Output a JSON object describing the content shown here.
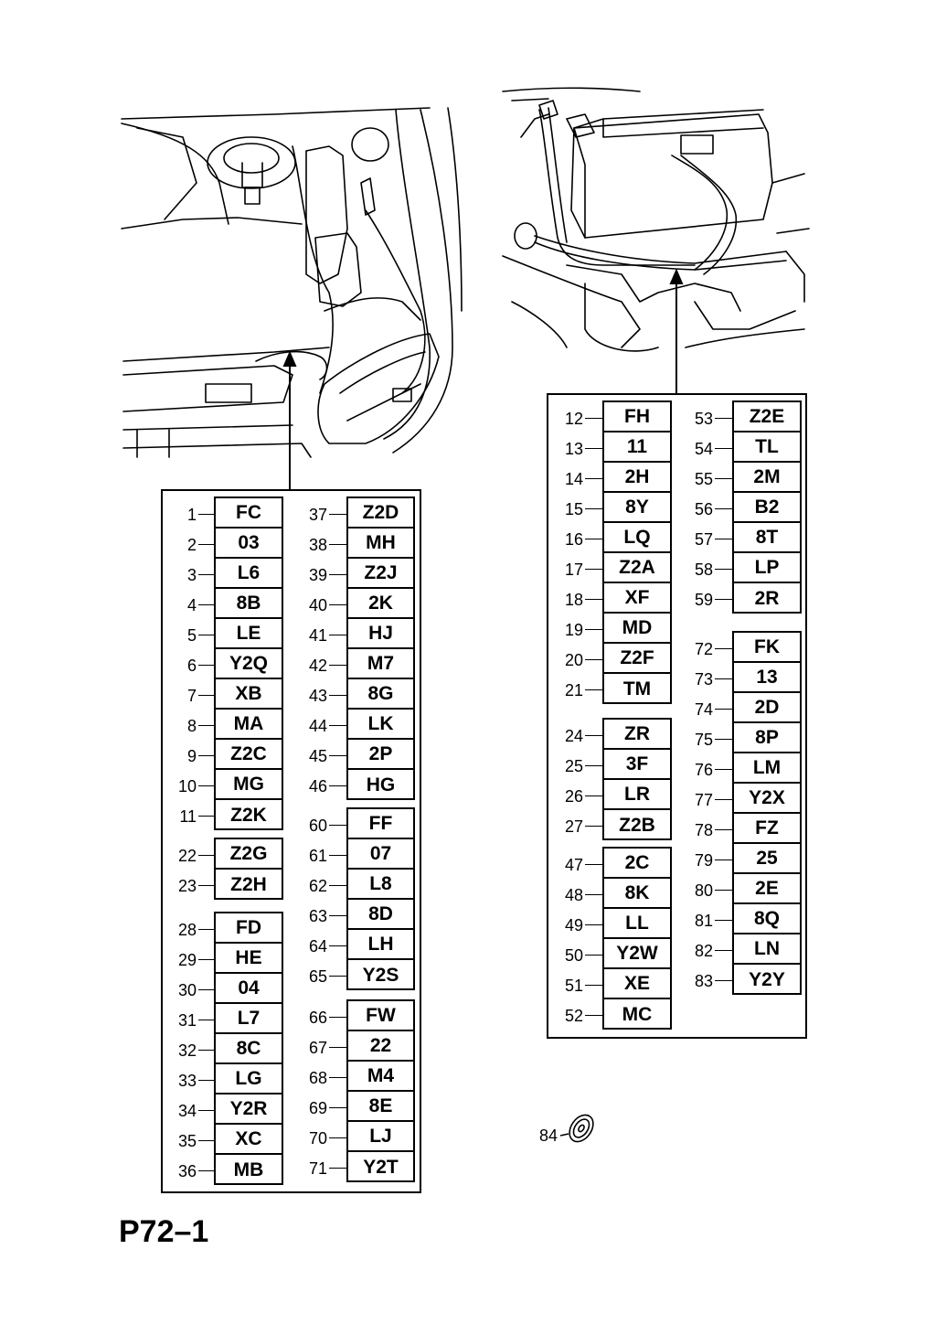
{
  "diagram_ref": "P72–1",
  "washer_label": "84",
  "tables": [
    {
      "name": "left-table",
      "columns": [
        {
          "groups": [
            {
              "items": [
                {
                  "num": "1",
                  "code": "FC"
                },
                {
                  "num": "2",
                  "code": "03"
                },
                {
                  "num": "3",
                  "code": "L6"
                },
                {
                  "num": "4",
                  "code": "8B"
                },
                {
                  "num": "5",
                  "code": "LE"
                },
                {
                  "num": "6",
                  "code": "Y2Q"
                },
                {
                  "num": "7",
                  "code": "XB"
                },
                {
                  "num": "8",
                  "code": "MA"
                },
                {
                  "num": "9",
                  "code": "Z2C"
                },
                {
                  "num": "10",
                  "code": "MG"
                },
                {
                  "num": "11",
                  "code": "Z2K"
                }
              ]
            },
            {
              "items": [
                {
                  "num": "22",
                  "code": "Z2G"
                },
                {
                  "num": "23",
                  "code": "Z2H"
                }
              ]
            },
            {
              "items": [
                {
                  "num": "28",
                  "code": "FD"
                },
                {
                  "num": "29",
                  "code": "HE"
                },
                {
                  "num": "30",
                  "code": "04"
                },
                {
                  "num": "31",
                  "code": "L7"
                },
                {
                  "num": "32",
                  "code": "8C"
                },
                {
                  "num": "33",
                  "code": "LG"
                },
                {
                  "num": "34",
                  "code": "Y2R"
                },
                {
                  "num": "35",
                  "code": "XC"
                },
                {
                  "num": "36",
                  "code": "MB"
                }
              ]
            }
          ]
        },
        {
          "groups": [
            {
              "items": [
                {
                  "num": "37",
                  "code": "Z2D"
                },
                {
                  "num": "38",
                  "code": "MH"
                },
                {
                  "num": "39",
                  "code": "Z2J"
                },
                {
                  "num": "40",
                  "code": "2K"
                },
                {
                  "num": "41",
                  "code": "HJ"
                },
                {
                  "num": "42",
                  "code": "M7"
                },
                {
                  "num": "43",
                  "code": "8G"
                },
                {
                  "num": "44",
                  "code": "LK"
                },
                {
                  "num": "45",
                  "code": "2P"
                },
                {
                  "num": "46",
                  "code": "HG"
                }
              ]
            },
            {
              "items": [
                {
                  "num": "60",
                  "code": "FF"
                },
                {
                  "num": "61",
                  "code": "07"
                },
                {
                  "num": "62",
                  "code": "L8"
                },
                {
                  "num": "63",
                  "code": "8D"
                },
                {
                  "num": "64",
                  "code": "LH"
                },
                {
                  "num": "65",
                  "code": "Y2S"
                }
              ]
            },
            {
              "items": [
                {
                  "num": "66",
                  "code": "FW"
                },
                {
                  "num": "67",
                  "code": "22"
                },
                {
                  "num": "68",
                  "code": "M4"
                },
                {
                  "num": "69",
                  "code": "8E"
                },
                {
                  "num": "70",
                  "code": "LJ"
                },
                {
                  "num": "71",
                  "code": "Y2T"
                }
              ]
            }
          ]
        }
      ]
    },
    {
      "name": "right-table",
      "columns": [
        {
          "groups": [
            {
              "items": [
                {
                  "num": "12",
                  "code": "FH"
                },
                {
                  "num": "13",
                  "code": "11"
                },
                {
                  "num": "14",
                  "code": "2H"
                },
                {
                  "num": "15",
                  "code": "8Y"
                },
                {
                  "num": "16",
                  "code": "LQ"
                },
                {
                  "num": "17",
                  "code": "Z2A"
                },
                {
                  "num": "18",
                  "code": "XF"
                },
                {
                  "num": "19",
                  "code": "MD"
                },
                {
                  "num": "20",
                  "code": "Z2F"
                },
                {
                  "num": "21",
                  "code": "TM"
                }
              ]
            },
            {
              "items": [
                {
                  "num": "24",
                  "code": "ZR"
                },
                {
                  "num": "25",
                  "code": "3F"
                },
                {
                  "num": "26",
                  "code": "LR"
                },
                {
                  "num": "27",
                  "code": "Z2B"
                }
              ]
            },
            {
              "items": [
                {
                  "num": "47",
                  "code": "2C"
                },
                {
                  "num": "48",
                  "code": "8K"
                },
                {
                  "num": "49",
                  "code": "LL"
                },
                {
                  "num": "50",
                  "code": "Y2W"
                },
                {
                  "num": "51",
                  "code": "XE"
                },
                {
                  "num": "52",
                  "code": "MC"
                }
              ]
            }
          ]
        },
        {
          "groups": [
            {
              "items": [
                {
                  "num": "53",
                  "code": "Z2E"
                },
                {
                  "num": "54",
                  "code": "TL"
                },
                {
                  "num": "55",
                  "code": "2M"
                },
                {
                  "num": "56",
                  "code": "B2"
                },
                {
                  "num": "57",
                  "code": "8T"
                },
                {
                  "num": "58",
                  "code": "LP"
                },
                {
                  "num": "59",
                  "code": "2R"
                }
              ]
            },
            {
              "items": [
                {
                  "num": "72",
                  "code": "FK"
                },
                {
                  "num": "73",
                  "code": "13"
                },
                {
                  "num": "74",
                  "code": "2D"
                },
                {
                  "num": "75",
                  "code": "8P"
                },
                {
                  "num": "76",
                  "code": "LM"
                },
                {
                  "num": "77",
                  "code": "Y2X"
                },
                {
                  "num": "78",
                  "code": "FZ"
                },
                {
                  "num": "79",
                  "code": "25"
                },
                {
                  "num": "80",
                  "code": "2E"
                },
                {
                  "num": "81",
                  "code": "8Q"
                },
                {
                  "num": "82",
                  "code": "LN"
                },
                {
                  "num": "83",
                  "code": "Y2Y"
                }
              ]
            }
          ]
        }
      ]
    }
  ]
}
